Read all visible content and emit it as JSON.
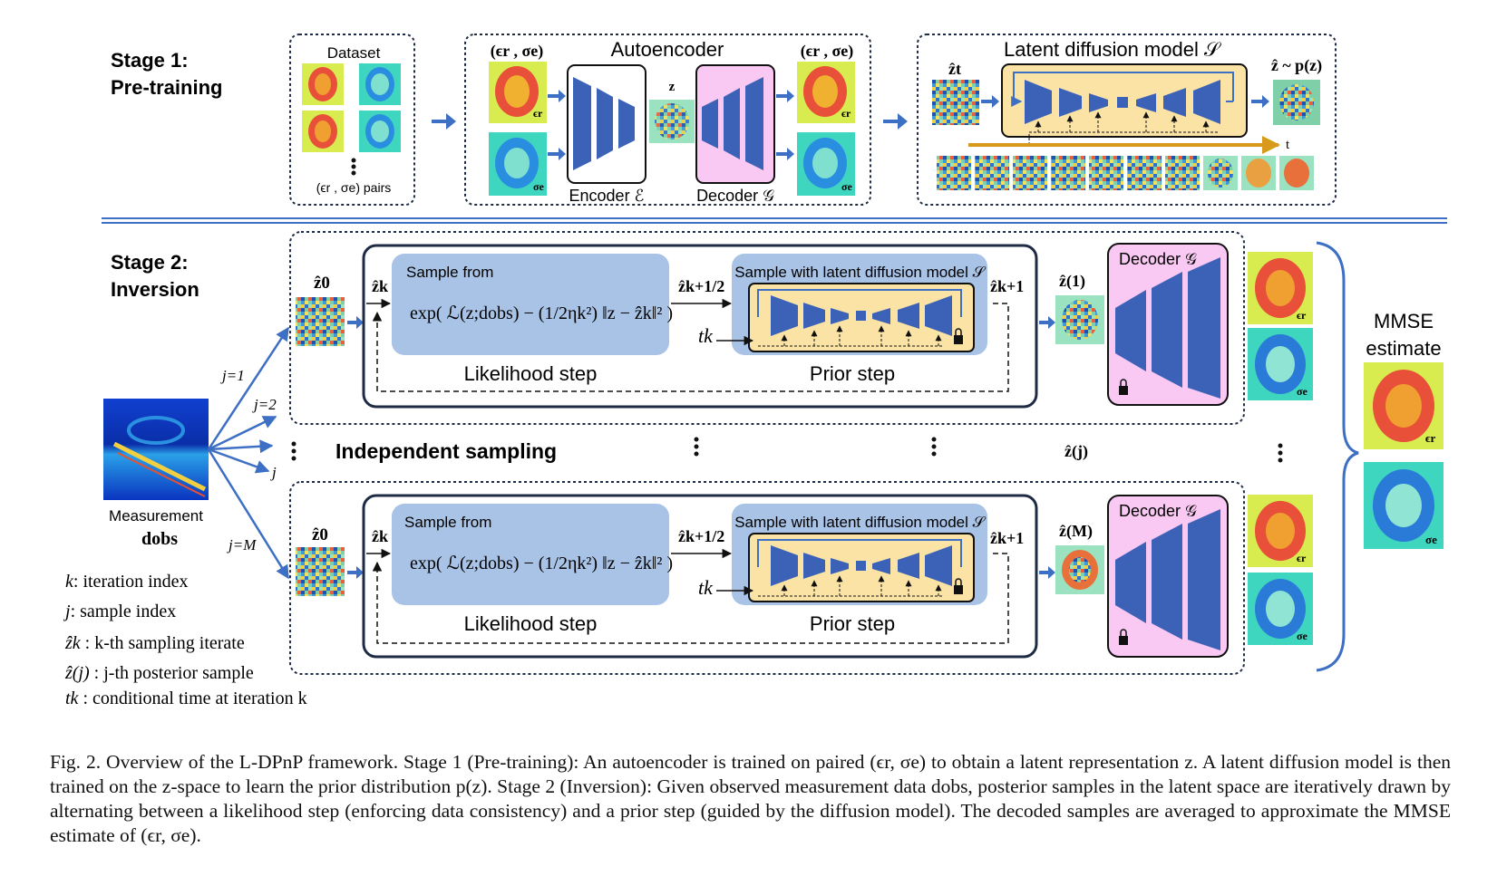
{
  "colors": {
    "accent_blue": "#3d6fc4",
    "trapezoid_blue": "#3b62b7",
    "likelihood_box": "#a9c3e6",
    "prior_outer": "#a9c3e6",
    "unet_yellow": "#fbe3a6",
    "decoder_pink": "#f9c8f3",
    "frame_navy": "#1f2b45",
    "time_arrow": "#d89a1a"
  },
  "stage1": {
    "title_line1": "Stage 1:",
    "title_line2": "Pre-training",
    "dataset": {
      "title": "Dataset",
      "pairs_label": "(ϵr , σe) pairs"
    },
    "autoencoder": {
      "title": "Autoencoder",
      "input_label": "(ϵr , σe)",
      "output_label": "(ϵr , σe)",
      "eps_tag": "ϵr",
      "sig_tag": "σe",
      "latent_label": "z",
      "encoder_label": "Encoder ℰ",
      "decoder_label": "Decoder 𝒢"
    },
    "ldm": {
      "title": "Latent diffusion model 𝒮",
      "input_label": "ẑt",
      "output_label": "ẑ ~ p(z)",
      "time_label": "t"
    }
  },
  "stage2": {
    "title_line1": "Stage 2:",
    "title_line2": "Inversion",
    "measurement_label": "Measurement",
    "measurement_symbol": "dobs",
    "branch_labels": [
      "j=1",
      "j=2",
      "j",
      "j=M"
    ],
    "independent_sampling": "Independent sampling",
    "zj_label": "ẑ(j)",
    "mmse_line1": "MMSE",
    "mmse_line2": "estimate",
    "chain": {
      "z0_label": "ẑ0",
      "zk_label": "ẑk",
      "zk_half_label": "ẑk+1/2",
      "zk1_label": "ẑk+1",
      "tk_label": "tk",
      "sample_from": "Sample from",
      "formula": "exp( ℒ(z;dobs) − (1/2ηk²) ‖z − ẑk‖² )",
      "likelihood_step": "Likelihood step",
      "prior_title": "Sample with latent diffusion model 𝒮",
      "prior_step": "Prior step",
      "decoder_label": "Decoder 𝒢",
      "eps_tag": "ϵr",
      "sig_tag": "σe"
    },
    "chain1_output": "ẑ(1)",
    "chainM_output": "ẑ(M)"
  },
  "legend": [
    {
      "symbol": "k",
      "text": ": iteration index"
    },
    {
      "symbol": "j",
      "text": ": sample index"
    },
    {
      "symbol": "ẑk",
      "text": " : k-th sampling iterate"
    },
    {
      "symbol": "ẑ(j)",
      "text": " : j-th posterior sample"
    },
    {
      "symbol": "tk",
      "text": " : conditional time at iteration k"
    }
  ],
  "caption": "Fig. 2.  Overview of the L-DPnP framework. Stage 1 (Pre-training): An autoencoder is trained on paired (ϵr, σe) to obtain a latent representation z. A latent diffusion model is then trained on the z-space to learn the prior distribution p(z). Stage 2 (Inversion): Given observed measurement data dobs, posterior samples in the latent space are iteratively drawn by alternating between a likelihood step (enforcing data consistency) and a prior step (guided by the diffusion model). The decoded samples are averaged to approximate the MMSE estimate of (ϵr, σe)."
}
